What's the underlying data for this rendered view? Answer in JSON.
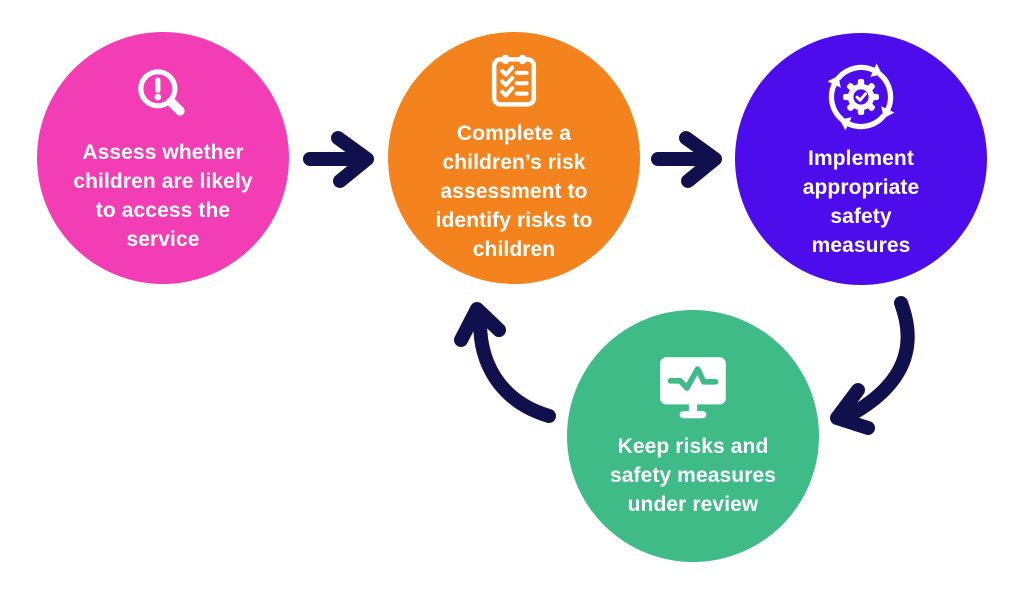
{
  "diagram": {
    "background_color": "#ffffff",
    "arrow_color": "#10104D",
    "steps": [
      {
        "name": "assess-access",
        "circle_color": "#F33DB5",
        "icon": "magnifier-alert-icon",
        "label": "Assess whether\nchildren are likely\nto access the\nservice"
      },
      {
        "name": "risk-assessment",
        "circle_color": "#F5831D",
        "icon": "checklist-icon",
        "label": "Complete a\nchildren’s risk\nassessment to\nidentify risks to\nchildren"
      },
      {
        "name": "implement-measures",
        "circle_color": "#4D0CEB",
        "icon": "sync-gear-icon",
        "label": "Implement\nappropriate\nsafety\nmeasures"
      },
      {
        "name": "keep-under-review",
        "circle_color": "#3FBB87",
        "icon": "monitor-pulse-icon",
        "label": "Keep risks and\nsafety measures\nunder review"
      }
    ],
    "connections": [
      {
        "from": "assess-access",
        "to": "risk-assessment",
        "type": "straight-arrow"
      },
      {
        "from": "risk-assessment",
        "to": "implement-measures",
        "type": "straight-arrow"
      },
      {
        "from": "implement-measures",
        "to": "keep-under-review",
        "type": "curved-arrow"
      },
      {
        "from": "keep-under-review",
        "to": "risk-assessment",
        "type": "curved-arrow"
      }
    ]
  }
}
